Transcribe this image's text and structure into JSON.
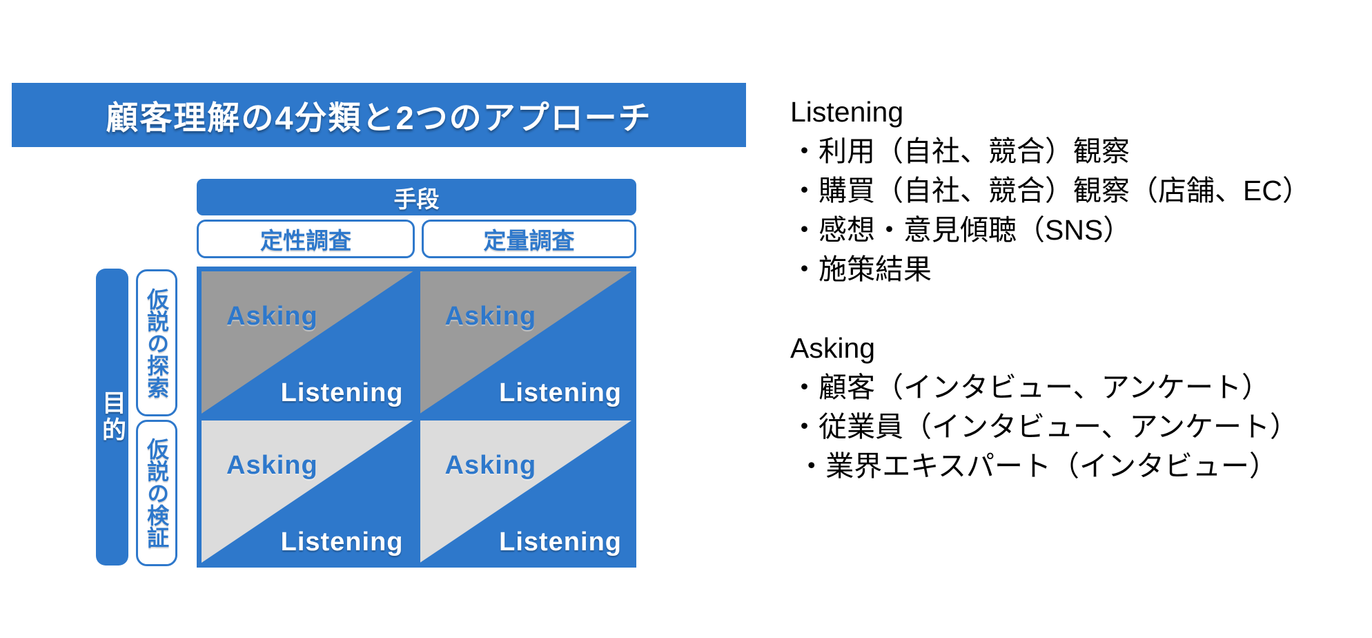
{
  "colors": {
    "blue": "#2E78CB",
    "gray_dark": "#9B9B9B",
    "gray_light": "#DCDCDC",
    "text": "#000000"
  },
  "title": "顧客理解の4分類と2つのアプローチ",
  "matrix": {
    "col_axis_label": "手段",
    "row_axis_label": "目的",
    "columns": [
      "定性調査",
      "定量調査"
    ],
    "rows": [
      "仮説の探索",
      "仮説の検証"
    ],
    "cell_labels": {
      "asking": "Asking",
      "listening": "Listening"
    }
  },
  "legend": {
    "listening": {
      "heading": "Listening",
      "items": [
        "・利用（自社、競合）観察",
        "・購買（自社、競合）観察（店舗、EC）",
        "・感想・意見傾聴（SNS）",
        "・施策結果"
      ]
    },
    "asking": {
      "heading": "Asking",
      "items": [
        "・顧客（インタビュー、アンケート）",
        "・従業員（インタビュー、アンケート）",
        " ・業界エキスパート（インタビュー）"
      ]
    }
  }
}
